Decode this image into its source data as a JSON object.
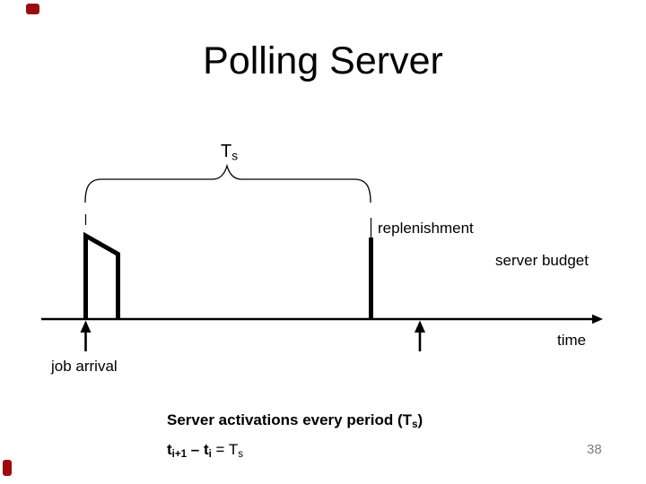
{
  "slide": {
    "title": "Polling Server",
    "page_number": "38"
  },
  "colors": {
    "accent_red": "#9e0b0e",
    "text": "#000000",
    "page_number_gray": "#7d7d7d",
    "background": "#ffffff"
  },
  "diagram": {
    "period_label": {
      "base": "T",
      "sub": "s"
    },
    "replenishment_label": "replenishment",
    "server_budget_label": "server budget",
    "time_label": "time",
    "job_arrival_label": "job arrival"
  },
  "captions": {
    "activations": {
      "pre": "Server activations every period (T",
      "sub": "s",
      "post": ")"
    },
    "formula": {
      "t1": "t",
      "t1_sub": "i+1",
      "mid": " – t",
      "mid_sub": "i",
      "eq": " = T",
      "eq_sub": "s"
    }
  }
}
